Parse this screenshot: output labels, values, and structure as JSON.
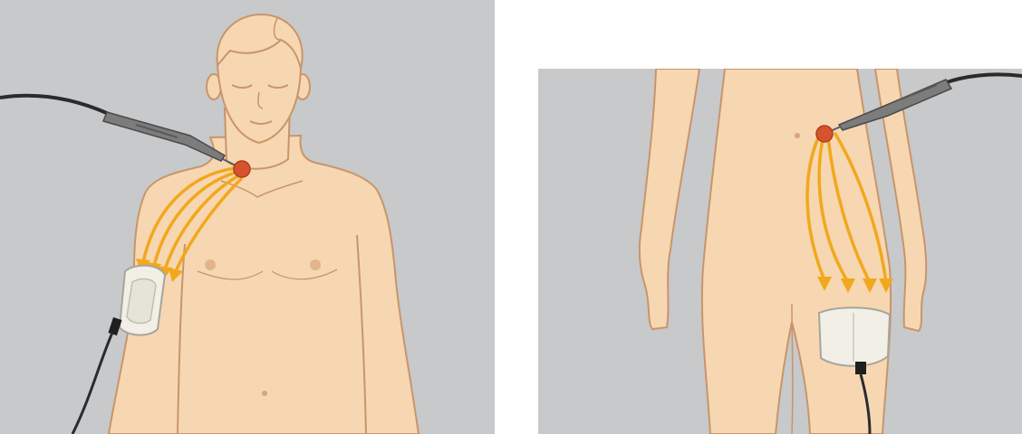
{
  "figure": {
    "panels": [
      {
        "subject": "upper-body",
        "return_electrode_site": "upper-arm"
      },
      {
        "subject": "legs",
        "return_electrode_site": "thigh"
      }
    ]
  },
  "colors": {
    "background": "#c7c9cb",
    "skin": "#f6d7b2",
    "skin_outline": "#c9956a",
    "arrow": "#f2a81c",
    "active_point": "#d6542d",
    "cable": "#2b2b2b",
    "pen": "#7c7c7c",
    "pad": "#f1efe6"
  },
  "icons": {
    "active_electrode": "electrosurgical-pen-icon",
    "return_electrode": "return-pad-icon",
    "current_path": "current-flow-arrow-icon"
  }
}
